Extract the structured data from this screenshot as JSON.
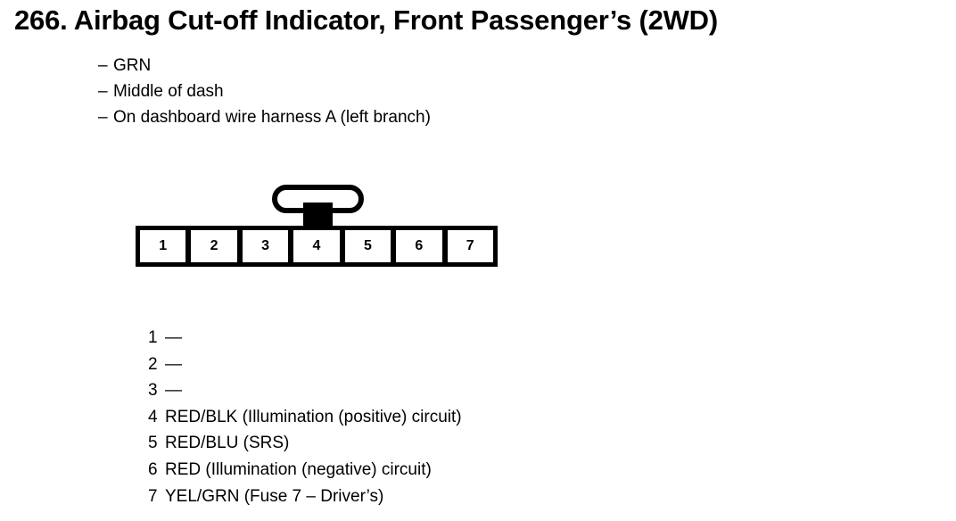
{
  "document": {
    "title": "266. Airbag Cut-off Indicator, Front Passenger’s (2WD)",
    "notes": [
      {
        "dash": "–",
        "text": "GRN"
      },
      {
        "dash": "–",
        "text": "Middle of dash"
      },
      {
        "dash": "–",
        "text": "On dashboard wire harness A (left branch)"
      }
    ],
    "connector": {
      "cavity_count": 7,
      "cavities": [
        {
          "number": "1"
        },
        {
          "number": "2"
        },
        {
          "number": "3"
        },
        {
          "number": "4"
        },
        {
          "number": "5"
        },
        {
          "number": "6"
        },
        {
          "number": "7"
        }
      ],
      "locking_tab": {
        "position_over_cavity": "4"
      }
    },
    "pins": [
      {
        "number": "1",
        "description": "—"
      },
      {
        "number": "2",
        "description": "—"
      },
      {
        "number": "3",
        "description": "—"
      },
      {
        "number": "4",
        "description": "RED/BLK (Illumination (positive) circuit)"
      },
      {
        "number": "5",
        "description": "RED/BLU (SRS)"
      },
      {
        "number": "6",
        "description": "RED (Illumination (negative) circuit)"
      },
      {
        "number": "7",
        "description": "YEL/GRN (Fuse 7 – Driver’s)"
      }
    ],
    "colors": {
      "ink": "#000000",
      "page": "#ffffff"
    }
  }
}
